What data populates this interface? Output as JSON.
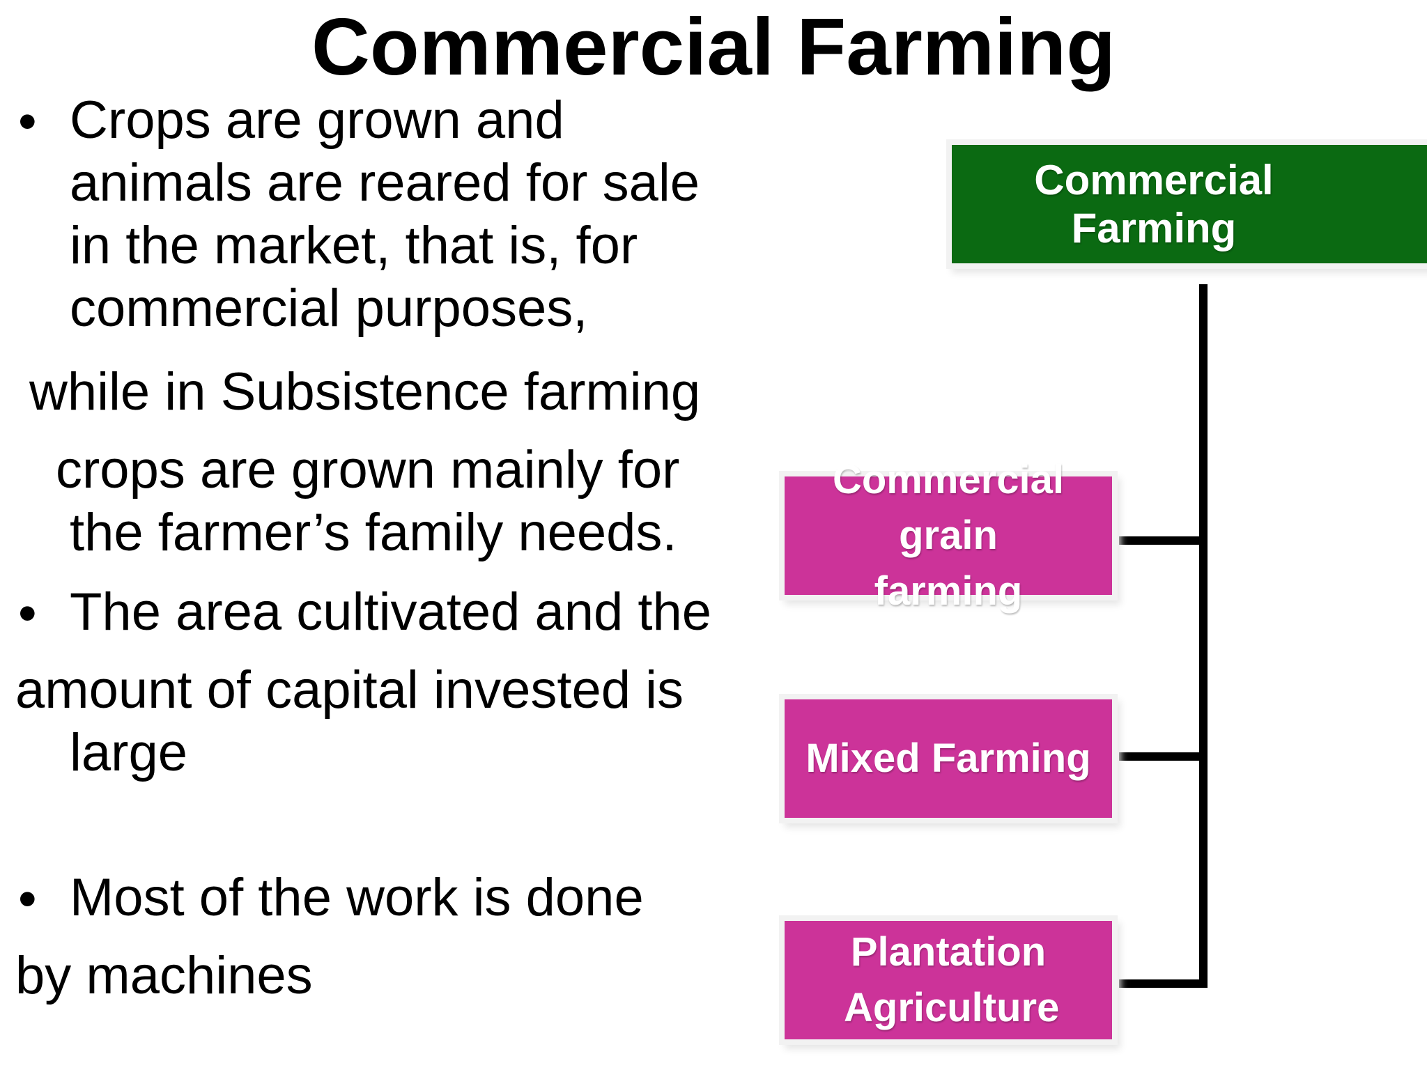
{
  "slide": {
    "title": "Commercial Farming",
    "bullet_symbol": "•",
    "text_lines": [
      "Crops are grown and",
      "animals are reared for sale",
      "in the market, that is, for",
      "commercial purposes,",
      "while in Subsistence farming",
      "crops are grown mainly for",
      "the farmer’s family needs.",
      "The area cultivated and the",
      "amount of capital invested is",
      "large",
      "Most of the work is done",
      "by machines"
    ]
  },
  "diagram": {
    "root": "Commercial Farming",
    "children": [
      "Commercial grain farming",
      "Mixed Farming",
      "Plantation Agriculture"
    ],
    "colors": {
      "root_fill": "#0b6a12",
      "child_fill": "#cc3399",
      "connector": "#000000",
      "text": "#ffffff"
    }
  }
}
